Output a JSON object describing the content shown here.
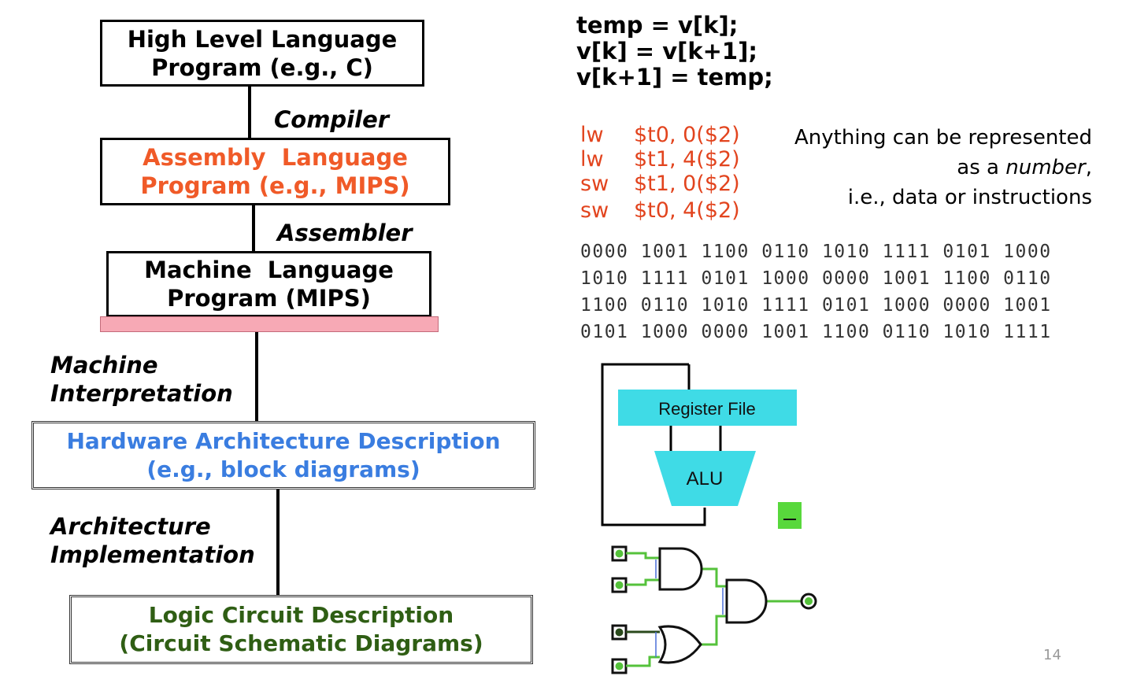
{
  "hierarchy": {
    "hll_line1": "High Level Language",
    "hll_line2": "Program (e.g., C)",
    "compiler": "Compiler",
    "asm_line1": "Assembly  Language",
    "asm_line2": "Program (e.g., MIPS)",
    "assembler": "Assembler",
    "ml_line1": "Machine  Language",
    "ml_line2": "Program (MIPS)",
    "machine_interp_line1": "Machine",
    "machine_interp_line2": "Interpretation",
    "hw_line1": "Hardware Architecture Description",
    "hw_line2": "(e.g., block diagrams)",
    "arch_impl_line1": "Architecture",
    "arch_impl_line2": "Implementation",
    "logic_line1": "Logic Circuit Description",
    "logic_line2": "(Circuit Schematic Diagrams)"
  },
  "c_code": [
    "temp = v[k];",
    "v[k] = v[k+1];",
    "v[k+1] = temp;"
  ],
  "asm_code": [
    {
      "op": "lw",
      "args": "$t0, 0($2)"
    },
    {
      "op": "lw",
      "args": "$t1, 4($2)"
    },
    {
      "op": "sw",
      "args": "$t1, 0($2)"
    },
    {
      "op": "sw",
      "args": "$t0, 4($2)"
    }
  ],
  "note": {
    "line1": "Anything can be represented",
    "line2_prefix": "as a ",
    "line2_emph": "number",
    "line2_suffix": ",",
    "line3": "i.e., data or instructions"
  },
  "binary": [
    "0000 1001 1100 0110 1010 1111 0101 1000",
    "1010 1111 0101 1000 0000 1001 1100 0110",
    "1100 0110 1010 1111 0101 1000 0000 1001",
    "0101 1000 0000 1001 1100 0110 1010 1111"
  ],
  "block_diagram": {
    "register_file": "Register File",
    "alu": "ALU"
  },
  "slide_number": "14",
  "colors": {
    "assembly": "#f05a28",
    "hardware": "#3a7de0",
    "logic": "#2f5e14",
    "asm_code": "#e2441e",
    "register_fill": "#3fdbe6",
    "ml_bar": "#f7a9b5",
    "wire": "#55c23b"
  }
}
